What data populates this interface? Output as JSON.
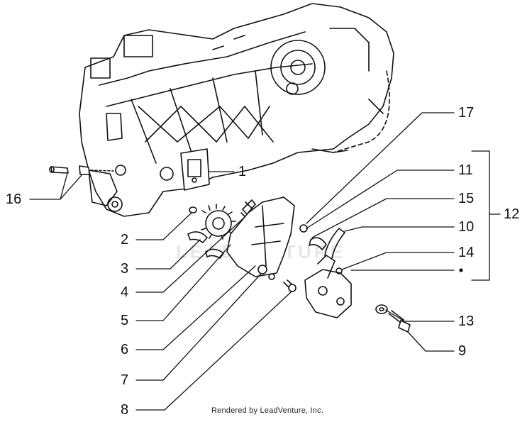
{
  "labels": {
    "p1": "1",
    "p2": "2",
    "p3": "3",
    "p4": "4",
    "p5": "5",
    "p6": "6",
    "p7": "7",
    "p8": "8",
    "p9": "9",
    "p10": "10",
    "p11": "11",
    "p12": "12",
    "p13": "13",
    "p14": "14",
    "p15": "15",
    "p16": "16",
    "p17": "17"
  },
  "credit": "Rendered by LeadVenture, Inc.",
  "watermark": "LEADVENTURE"
}
